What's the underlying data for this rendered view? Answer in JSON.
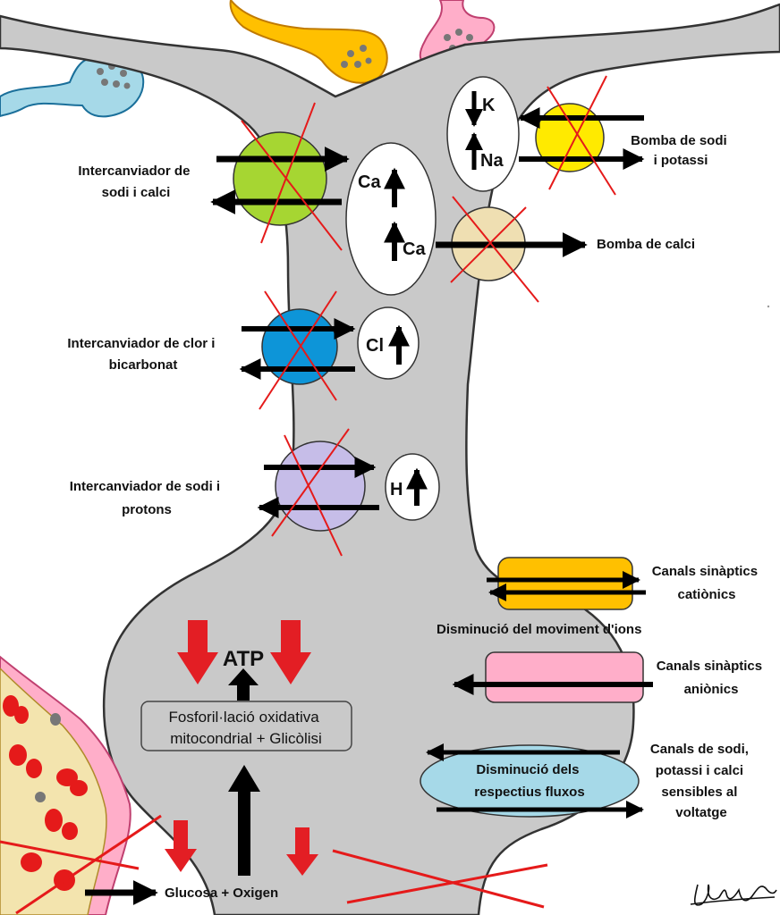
{
  "labels": {
    "sodium_calcium_exchanger": [
      "Intercanviador de",
      "sodi i calci"
    ],
    "sodium_potassium_pump": [
      "Bomba de sodi",
      "i potassi"
    ],
    "calcium_pump": "Bomba de calci",
    "chloride_bicarbonate_exchanger": [
      "Intercanviador de clor i",
      "bicarbonat"
    ],
    "sodium_proton_exchanger": [
      "Intercanviador de sodi i",
      "protons"
    ],
    "cationic_channels": [
      "Canals sinàptics",
      "catiònics"
    ],
    "ion_movement_decrease": "Disminució del moviment d'ions",
    "anionic_channels": [
      "Canals sinàptics",
      "aniònics"
    ],
    "voltage_channels": [
      "Canals de sodi,",
      "potassi i calci",
      "sensibles al",
      "voltatge"
    ],
    "flux_decrease": [
      "Disminució dels",
      "respectius fluxos"
    ],
    "atp": "ATP",
    "metabolism": [
      "Fosforil·lació oxidativa",
      "mitocondrial + Glicòlisi"
    ],
    "substrates": "Glucosa + Oxigen"
  },
  "ions": {
    "k": "K",
    "na": "Na",
    "ca_upper": "Ca",
    "ca_lower": "Ca",
    "cl": "Cl",
    "h": "H"
  },
  "colors": {
    "neuron": "#c9c9c9",
    "sodium_calcium_exchanger": "#a6d632",
    "sodium_potassium_pump": "#ffea00",
    "calcium_pump": "#efdfb2",
    "chloride_bicarbonate_exchanger": "#0d95d8",
    "sodium_proton_exchanger": "#c6bde8",
    "cationic_channels": "#ffc000",
    "anionic_channels": "#ffaec9",
    "voltage_channels": "#a6d9e8",
    "cross_mark": "#e51a1a",
    "decrease_arrow": "#e31e24",
    "astrocyte": "#ffaec9",
    "capillary": "#f3e4ae",
    "red_cell": "#e51a1a"
  },
  "signature": "signature"
}
